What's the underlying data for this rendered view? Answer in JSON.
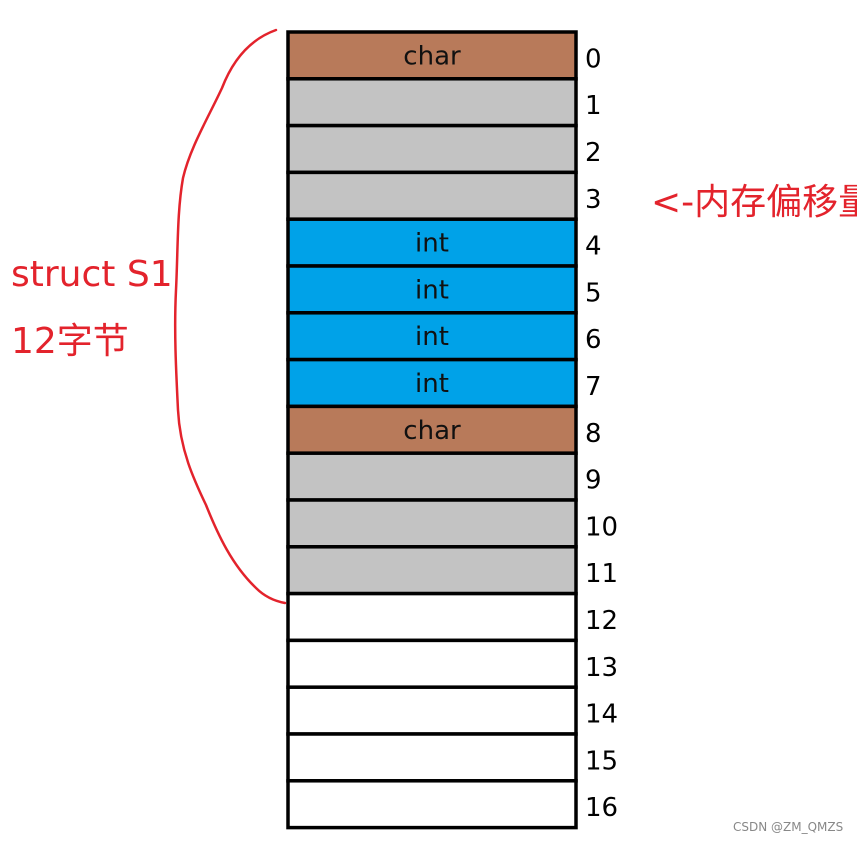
{
  "colors": {
    "char": "#b87a5a",
    "int": "#00a2e8",
    "padding": "#c3c3c3",
    "unused": "#ffffff",
    "border": "#000000",
    "annotation": "#e3232c"
  },
  "memory_cells": [
    {
      "offset": "0",
      "kind": "char",
      "label": "char"
    },
    {
      "offset": "1",
      "kind": "padding",
      "label": ""
    },
    {
      "offset": "2",
      "kind": "padding",
      "label": ""
    },
    {
      "offset": "3",
      "kind": "padding",
      "label": ""
    },
    {
      "offset": "4",
      "kind": "int",
      "label": "int"
    },
    {
      "offset": "5",
      "kind": "int",
      "label": "int"
    },
    {
      "offset": "6",
      "kind": "int",
      "label": "int"
    },
    {
      "offset": "7",
      "kind": "int",
      "label": "int"
    },
    {
      "offset": "8",
      "kind": "char",
      "label": "char"
    },
    {
      "offset": "9",
      "kind": "padding",
      "label": ""
    },
    {
      "offset": "10",
      "kind": "padding",
      "label": ""
    },
    {
      "offset": "11",
      "kind": "padding",
      "label": ""
    },
    {
      "offset": "12",
      "kind": "unused",
      "label": ""
    },
    {
      "offset": "13",
      "kind": "unused",
      "label": ""
    },
    {
      "offset": "14",
      "kind": "unused",
      "label": ""
    },
    {
      "offset": "15",
      "kind": "unused",
      "label": ""
    },
    {
      "offset": "16",
      "kind": "unused",
      "label": ""
    }
  ],
  "annotations": {
    "struct_name": "struct S1",
    "struct_size": "12字节",
    "offset_note": "<-内存偏移量"
  },
  "watermark": "CSDN @ZM_QMZS"
}
